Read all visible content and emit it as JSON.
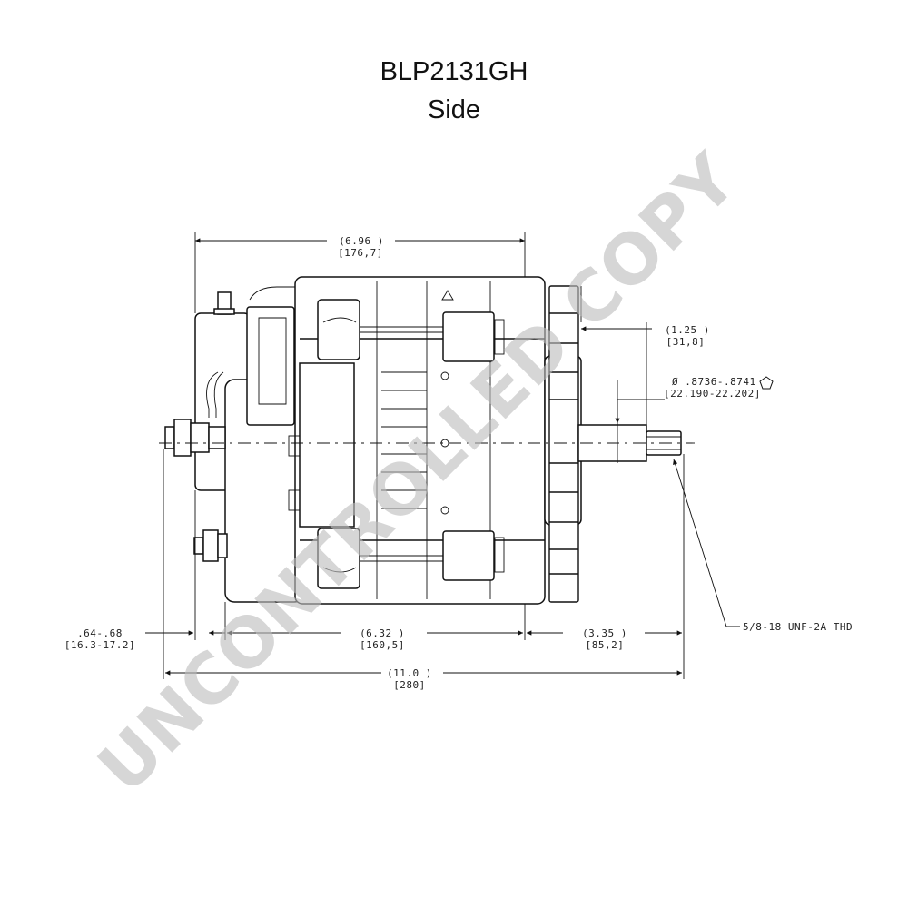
{
  "title": "BLP2131GH",
  "subtitle": "Side",
  "watermark": "UNCONTROLLED COPY",
  "dimensions": {
    "overall_top_in": "(6.96    )",
    "overall_top_mm": "[176,7]",
    "pulley_offset_in": "(1.25   )",
    "pulley_offset_mm": "[31,8]",
    "shaft_dia_in": "Ø .8736-.8741",
    "shaft_dia_mm": "[22.190-22.202]",
    "mount_left_in": ".64-.68",
    "mount_left_mm": "[16.3-17.2]",
    "body_len_in": "(6.32    )",
    "body_len_mm": "[160,5]",
    "shaft_len_in": "(3.35   )",
    "shaft_len_mm": "[85,2]",
    "overall_len_in": "(11.0 )",
    "overall_len_mm": "[280]",
    "thread": "5/8-18 UNF-2A THD"
  }
}
